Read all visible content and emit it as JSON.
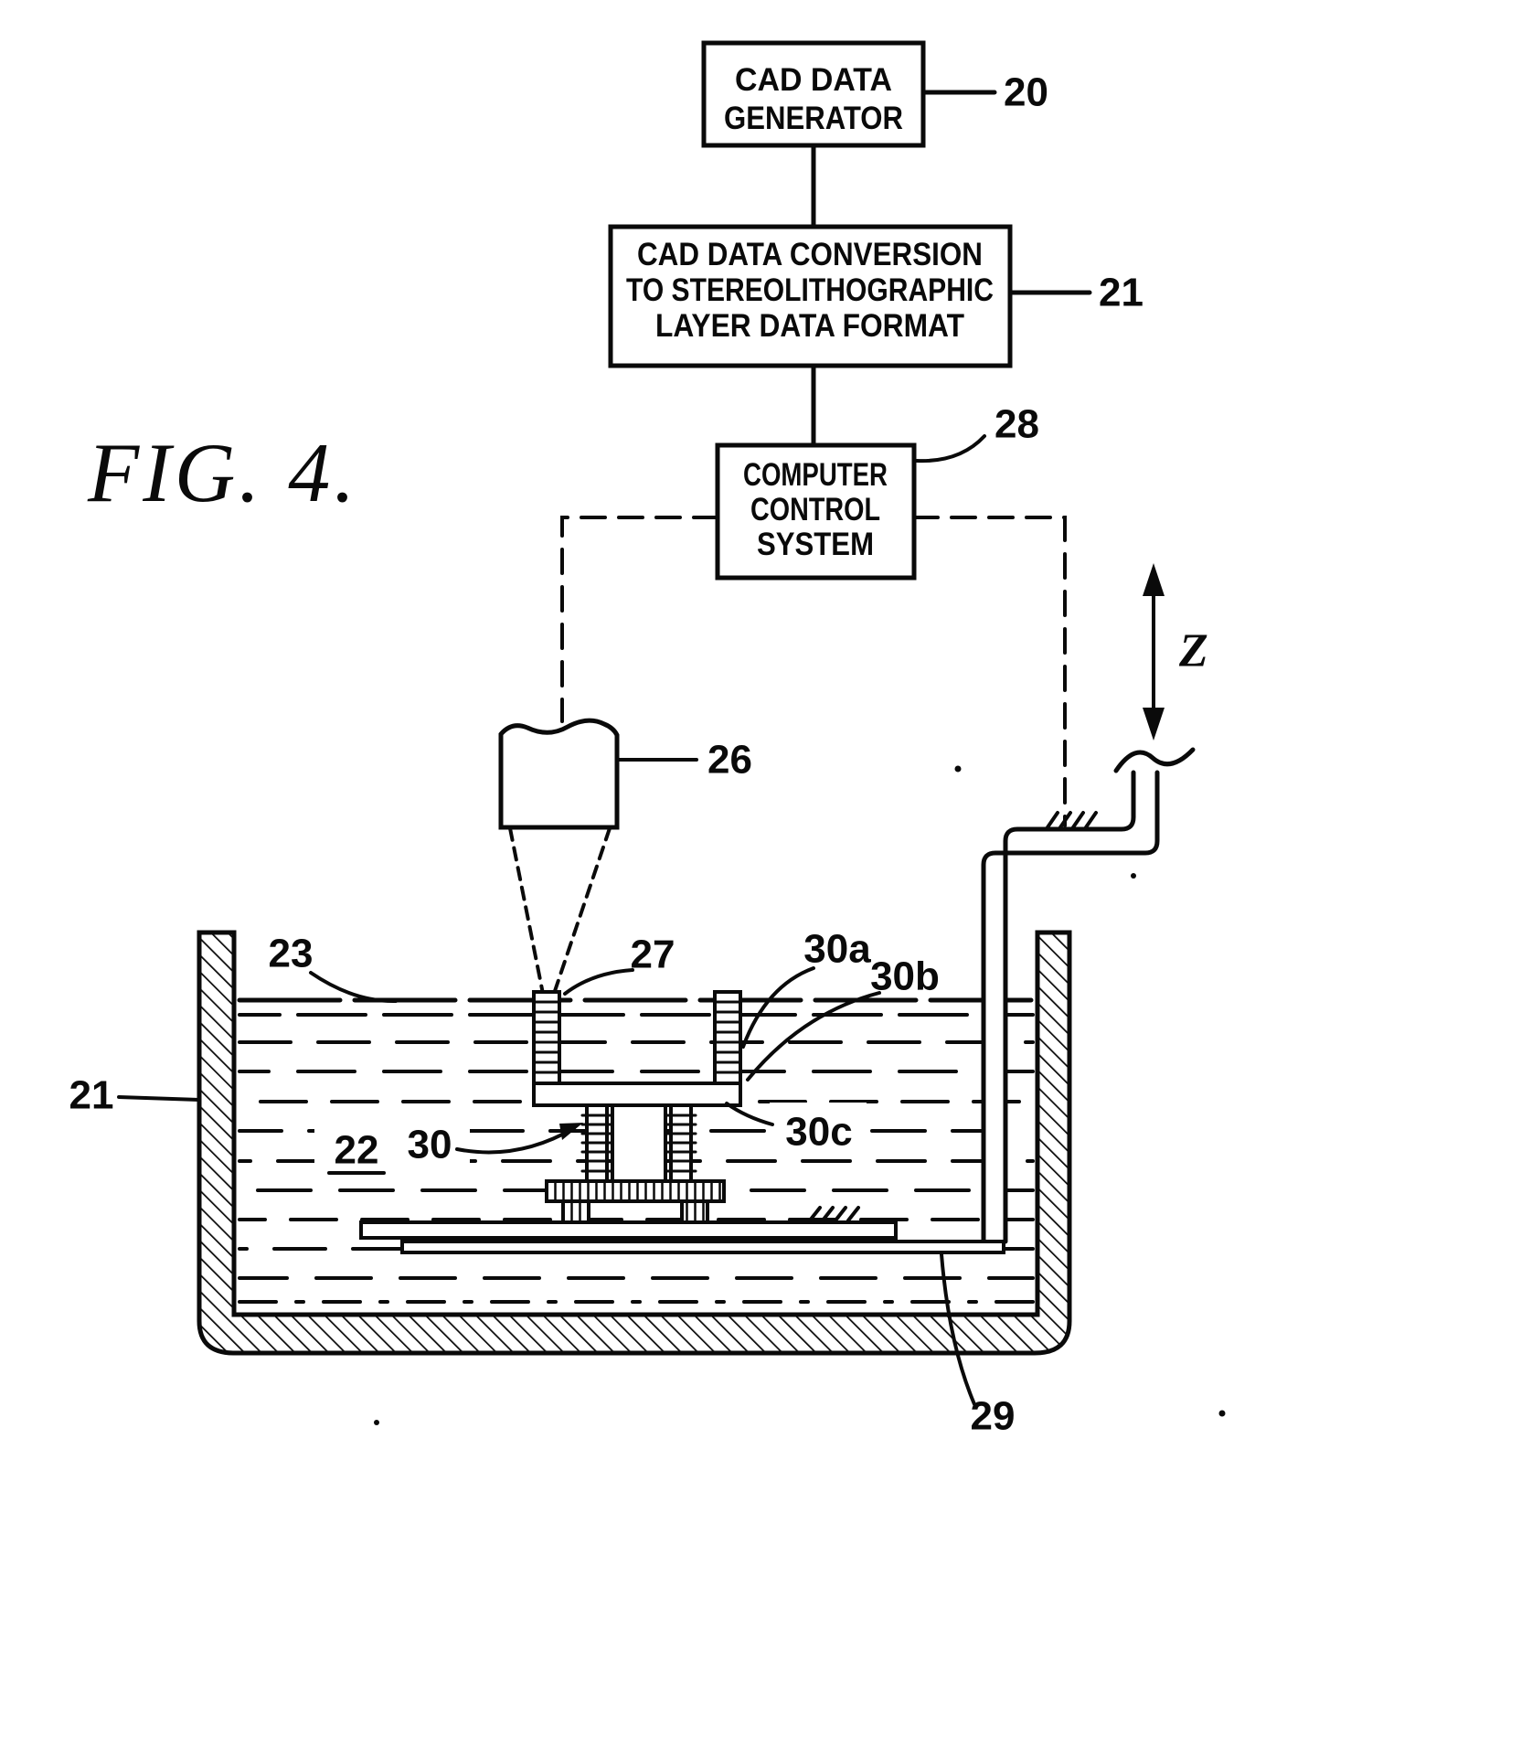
{
  "figure_label": "FIG. 4.",
  "flow": {
    "cad_generator": {
      "line1": "CAD DATA",
      "line2": "GENERATOR",
      "ref": "20"
    },
    "cad_conversion": {
      "line1": "CAD DATA CONVERSION",
      "line2": "TO STEREOLITHOGRAPHIC",
      "line3": "LAYER DATA FORMAT",
      "ref": "21"
    },
    "computer_control": {
      "line1": "COMPUTER",
      "line2": "CONTROL",
      "line3": "SYSTEM",
      "ref": "28"
    }
  },
  "refs": {
    "laser": "26",
    "z_axis": "Z",
    "resin_surface": "23",
    "vat_wall": "21",
    "liquid": "22",
    "part_first_layer": "27",
    "part_support_a": "30a",
    "part_support_b": "30b",
    "part_support_c": "30c",
    "part": "30",
    "elevator": "29"
  }
}
